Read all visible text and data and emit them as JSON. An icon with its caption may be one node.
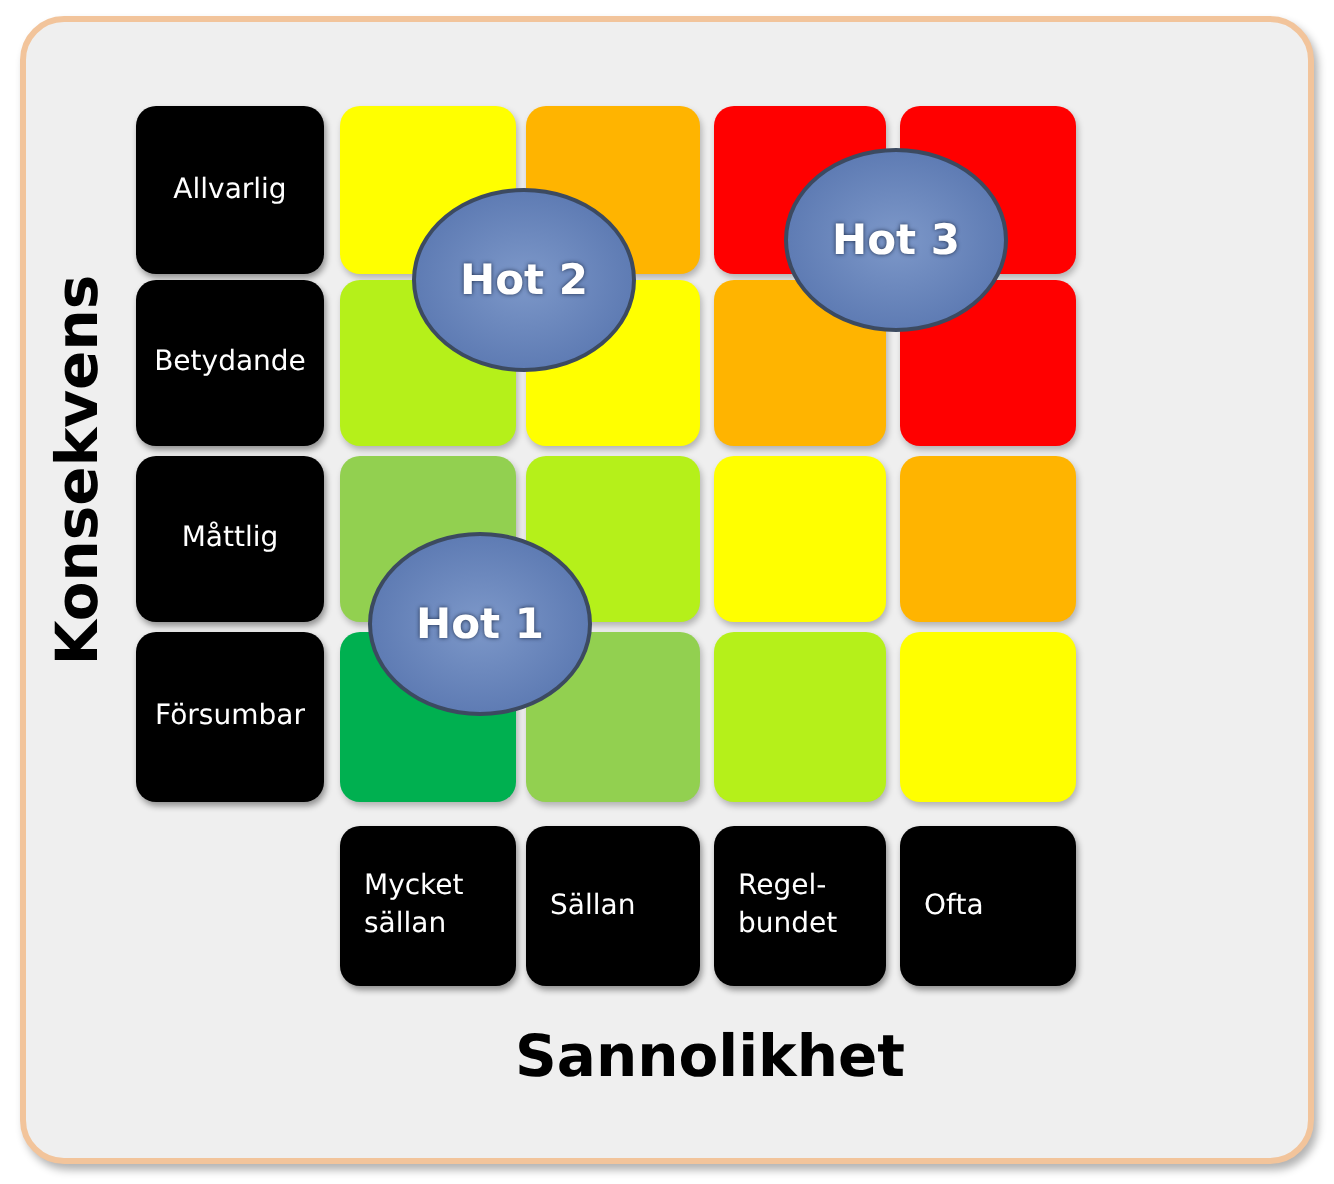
{
  "diagram": {
    "nodes": [
      {
        "text": [
          "Allvarlig"
        ]
      },
      {
        "text": [],
        "shape": "box"
      },
      {
        "text": [],
        "shape": "box"
      },
      {
        "text": [],
        "shape": "box"
      },
      {
        "text": [],
        "shape": "box"
      },
      {
        "text": [
          "Betydande"
        ]
      },
      {
        "text": [],
        "shape": "box"
      },
      {
        "text": [],
        "shape": "box"
      },
      {
        "text": [],
        "shape": "box"
      },
      {
        "text": [],
        "shape": "box"
      },
      {
        "text": [
          "Måttlig"
        ]
      },
      {
        "text": [],
        "shape": "box"
      },
      {
        "text": [],
        "shape": "box"
      },
      {
        "text": [],
        "shape": "box"
      },
      {
        "text": [],
        "shape": "box"
      },
      {
        "text": [
          "Försumbar"
        ]
      },
      {
        "text": [],
        "shape": "box"
      },
      {
        "text": [],
        "shape": "box"
      },
      {
        "text": [],
        "shape": "box"
      },
      {
        "text": [],
        "shape": "box"
      },
      {
        "text": [
          "Mycket sällan"
        ]
      },
      {
        "text": [
          "Sällan"
        ]
      },
      {
        "text": [
          "Regel- bundet"
        ]
      },
      {
        "text": [
          "Ofta"
        ]
      },
      {
        "text": [
          "Hot 2"
        ]
      },
      {
        "text": [
          "Hot 3"
        ]
      },
      {
        "text": [
          "Hot 1"
        ]
      }
    ],
    "edges": [],
    "labels": [
      "Konsekvens",
      "Sannolikhet"
    ]
  }
}
